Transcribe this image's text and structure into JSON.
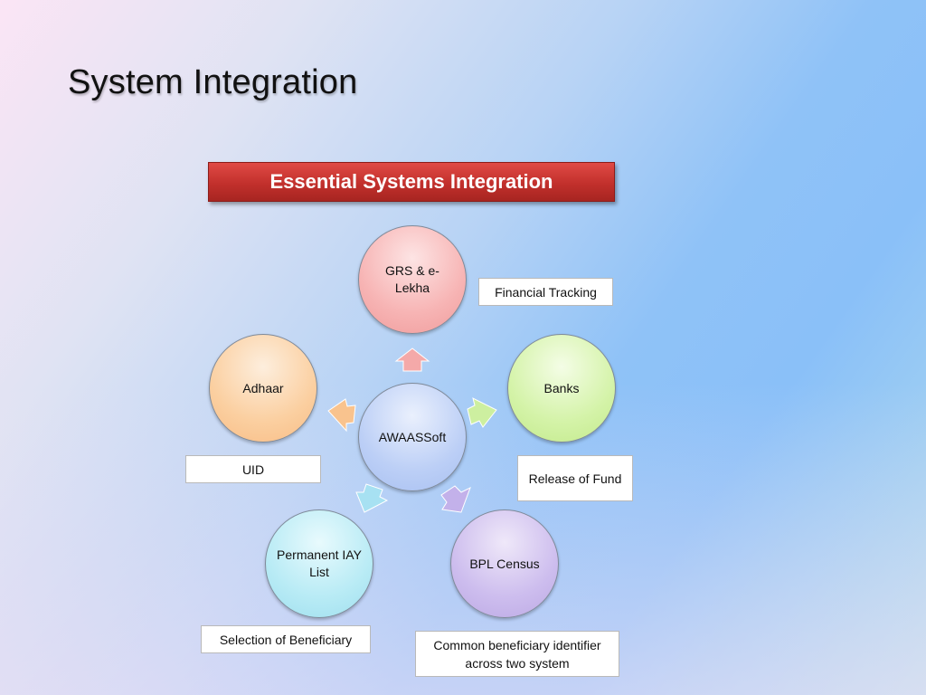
{
  "slide": {
    "title": "System Integration"
  },
  "banner": {
    "text": "Essential Systems Integration",
    "color": "#c2302c"
  },
  "diagram": {
    "center": {
      "label": "AWAASSoft",
      "color": "#bccff6"
    },
    "nodes": [
      {
        "id": "grs",
        "label": "GRS &  e-Lekha",
        "color": "#f7b4b4",
        "arrow_color": "#f4a9a9"
      },
      {
        "id": "banks",
        "label": "Banks",
        "color": "#d4f3a8",
        "arrow_color": "#cdefa0"
      },
      {
        "id": "bpl",
        "label": "BPL Census",
        "color": "#cdbdee",
        "arrow_color": "#c3b1ea"
      },
      {
        "id": "iay",
        "label": "Permanent IAY List",
        "color": "#b8ebf5",
        "arrow_color": "#a7e1f2"
      },
      {
        "id": "adhaar",
        "label": "Adhaar",
        "color": "#fbcfa0",
        "arrow_color": "#f9c38e"
      }
    ],
    "labels": {
      "financial_tracking": "Financial Tracking",
      "release_of_fund": "Release of Fund",
      "common_identifier": "Common beneficiary identifier across two system",
      "selection": "Selection of Beneficiary",
      "uid": "UID"
    }
  }
}
